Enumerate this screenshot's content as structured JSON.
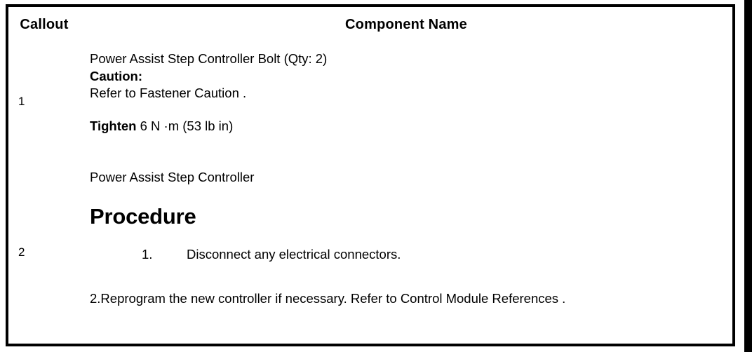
{
  "table": {
    "headers": {
      "callout": "Callout",
      "component_name": "Component Name"
    },
    "rows": [
      {
        "callout": "1",
        "lines": {
          "title": "Power Assist Step Controller Bolt (Qty: 2)",
          "caution_label": "Caution:",
          "caution_text": "Refer to Fastener Caution .",
          "tighten_label": "Tighten",
          "tighten_value": "6 N ·m (53 lb in)"
        }
      },
      {
        "callout": "2",
        "lines": {
          "title": "Power Assist Step Controller",
          "procedure_heading": "Procedure",
          "step1_number": "1.",
          "step1_text": "Disconnect any electrical connectors.",
          "step2_text": "2.Reprogram the new controller if necessary. Refer to Control Module References ."
        }
      }
    ]
  },
  "colors": {
    "border": "#000000",
    "text": "#000000",
    "background": "#ffffff"
  }
}
